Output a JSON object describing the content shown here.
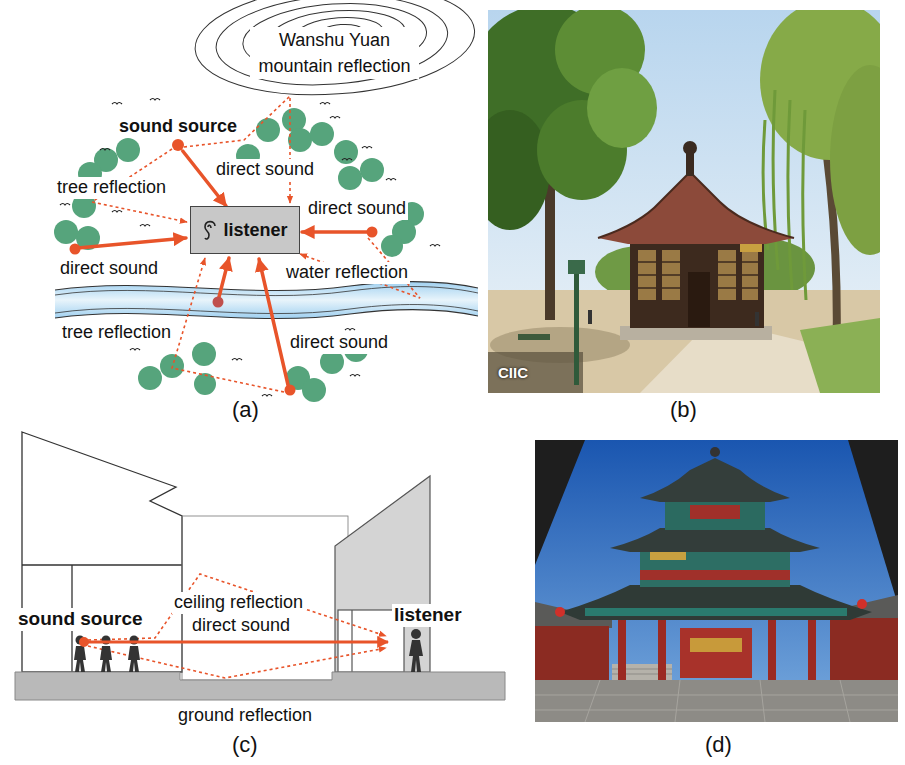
{
  "diagram": {
    "nodes": [
      {
        "text": [
          "sound source"
        ]
      },
      {
        "text": [
          "listener"
        ]
      }
    ],
    "edges": [
      {
        "from": 0,
        "to": 1,
        "arrow": "to",
        "label": "direct sound"
      }
    ],
    "labels": [
      "Wanshu Yuan mountain reflection",
      "tree reflection",
      "direct sound",
      "direct sound",
      "water reflection",
      "tree reflection",
      "direct sound",
      "(a)",
      "(b)",
      "CIIC",
      "sound source",
      "ceiling reflection",
      "direct sound",
      "listener",
      "ground reflection",
      "(c)",
      "(d)"
    ]
  }
}
